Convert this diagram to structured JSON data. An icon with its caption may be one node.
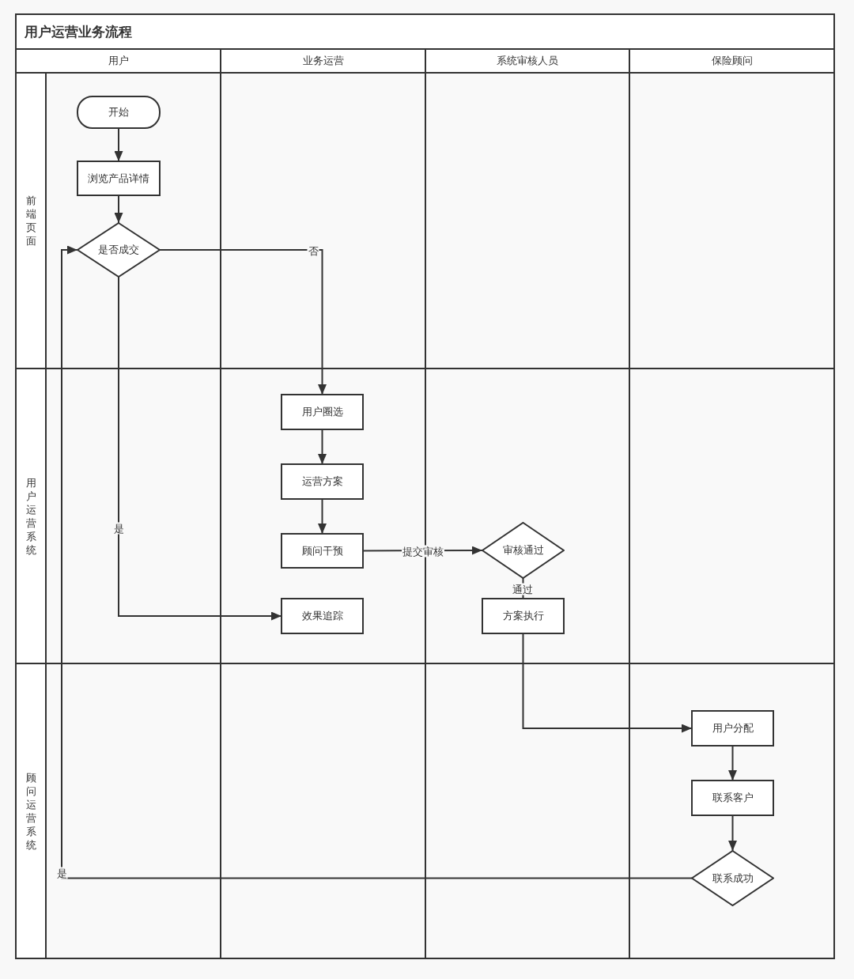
{
  "diagram": {
    "title": "用户运营业务流程",
    "nodes": [
      {
        "text": [
          "用户"
        ]
      },
      {
        "text": [
          "业务运营"
        ]
      },
      {
        "text": [
          "系统审核人员"
        ]
      },
      {
        "text": [
          "保险顾问"
        ]
      },
      {
        "text": [
          "前端页面"
        ]
      },
      {
        "text": [
          "用户运营系统"
        ]
      },
      {
        "text": [
          "顾问运营系统"
        ]
      },
      {
        "text": [
          "开始"
        ]
      },
      {
        "text": [
          "浏览产品详情"
        ]
      },
      {
        "text": [
          "是否成交"
        ]
      },
      {
        "text": [
          "用户圈选"
        ]
      },
      {
        "text": [
          "运营方案"
        ]
      },
      {
        "text": [
          "顾问干预"
        ]
      },
      {
        "text": [
          "效果追踪"
        ]
      },
      {
        "text": [
          "审核通过"
        ]
      },
      {
        "text": [
          "方案执行"
        ]
      },
      {
        "text": [
          "用户分配"
        ]
      },
      {
        "text": [
          "联系客户"
        ]
      },
      {
        "text": [
          "联系成功"
        ]
      }
    ],
    "edges": [
      {
        "from": 7,
        "to": 8,
        "arrow": "to"
      },
      {
        "from": 8,
        "to": 9,
        "arrow": "to"
      },
      {
        "from": 9,
        "to": 10,
        "arrow": "to",
        "label": "否"
      },
      {
        "from": 9,
        "to": 13,
        "arrow": "to",
        "label": "是"
      },
      {
        "from": 10,
        "to": 11,
        "arrow": "to"
      },
      {
        "from": 11,
        "to": 12,
        "arrow": "to"
      },
      {
        "from": 12,
        "to": 14,
        "arrow": "to",
        "label": "提交审核"
      },
      {
        "from": 14,
        "to": 15,
        "arrow": "none",
        "label": "通过"
      },
      {
        "from": 15,
        "to": 16,
        "arrow": "to"
      },
      {
        "from": 16,
        "to": 17,
        "arrow": "to"
      },
      {
        "from": 17,
        "to": 18,
        "arrow": "to"
      },
      {
        "from": 18,
        "to": 9,
        "arrow": "to",
        "label": "是"
      }
    ]
  }
}
